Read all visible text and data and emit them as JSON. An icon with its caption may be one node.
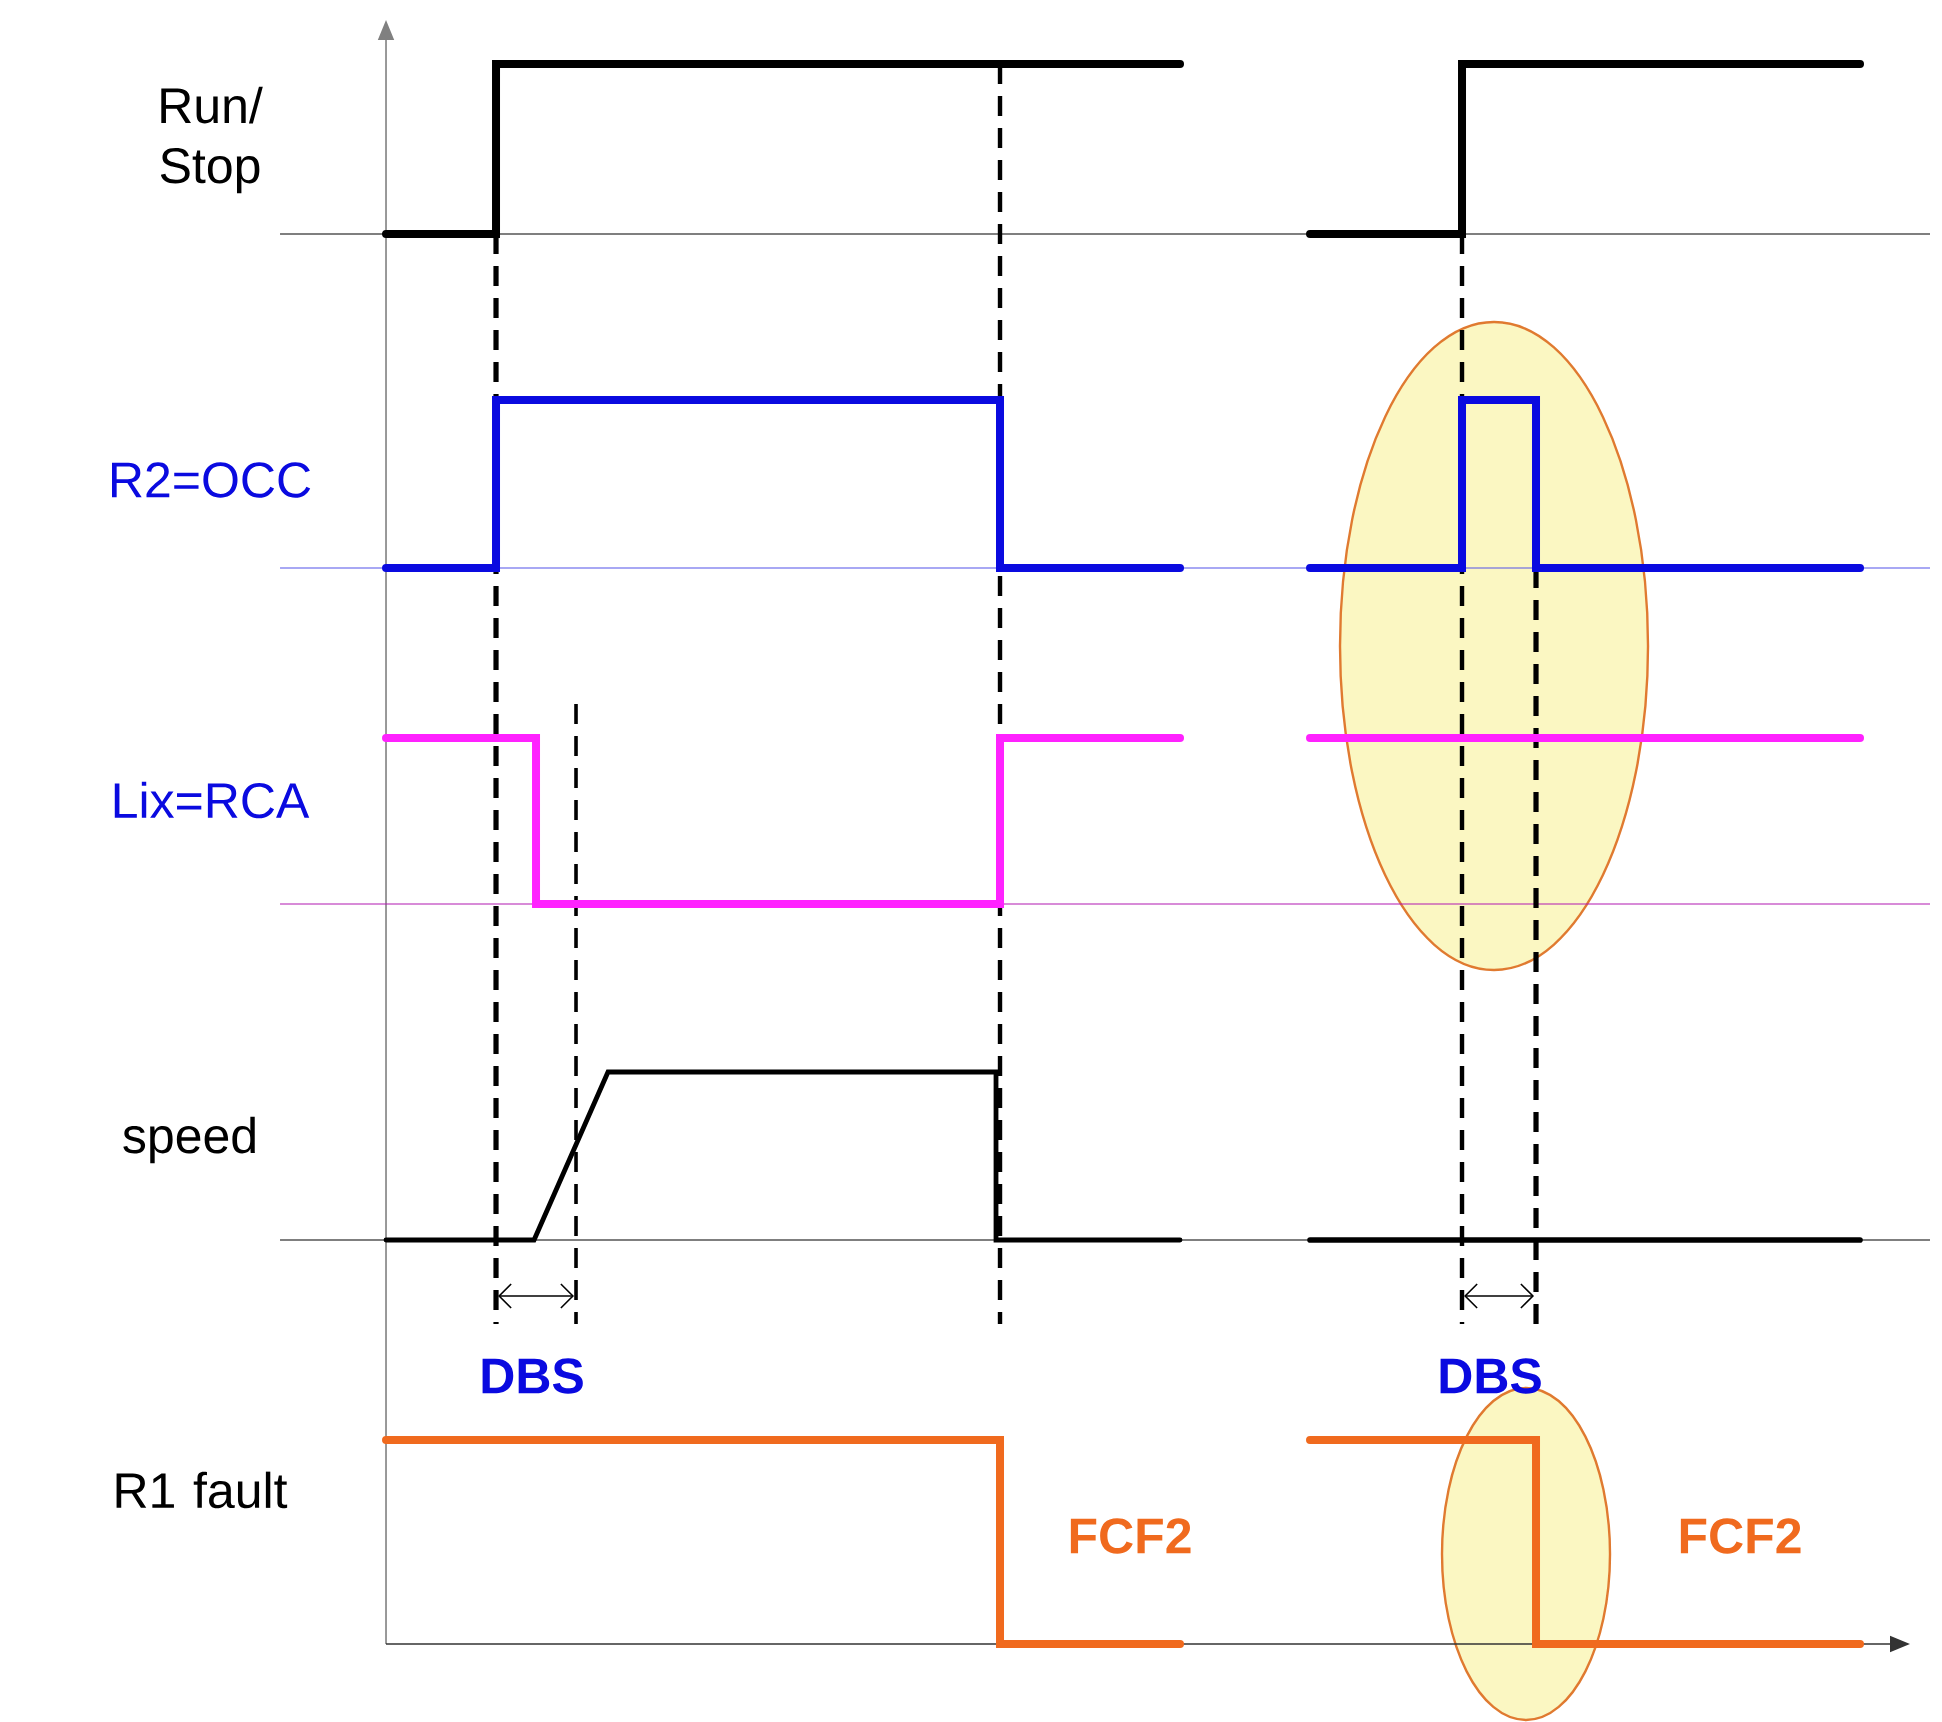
{
  "diagram": {
    "labels": [
      "Run/ Stop",
      "R2=OCC",
      "Lix=RCA",
      "speed",
      "DBS",
      "DBS",
      "R1 fault",
      "FCF2",
      "FCF2"
    ]
  }
}
